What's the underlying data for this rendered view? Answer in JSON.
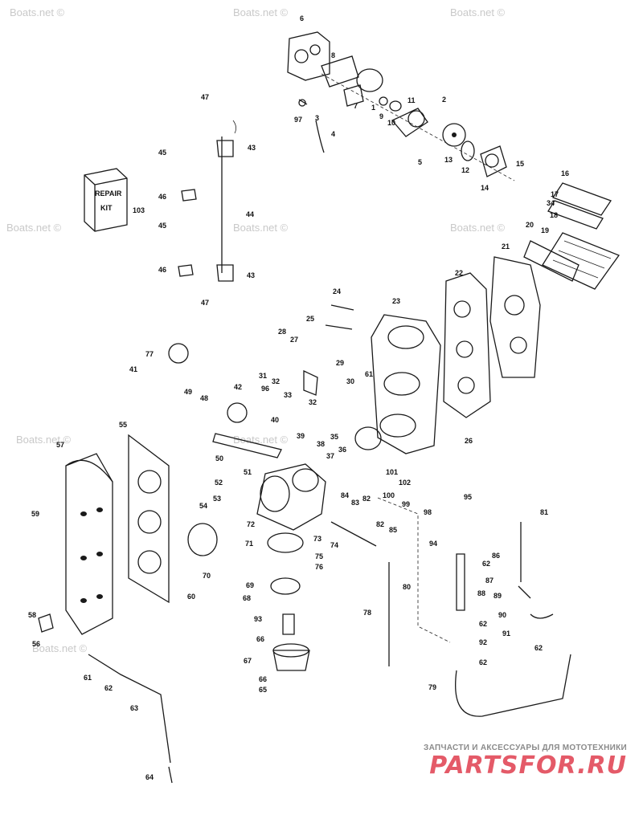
{
  "watermarks": [
    "Boats.net ©",
    "Boats.net ©",
    "Boats.net ©",
    "Boats.net ©",
    "Boats.net ©",
    "Boats.net ©",
    "Boats.net ©",
    "Boats.net ©",
    "Boats.net ©"
  ],
  "kit_label": [
    "REPAIR",
    "KIT"
  ],
  "callouts": [
    "1",
    "2",
    "3",
    "4",
    "5",
    "6",
    "7",
    "8",
    "9",
    "10",
    "11",
    "12",
    "13",
    "14",
    "15",
    "16",
    "17",
    "18",
    "19",
    "20",
    "21",
    "22",
    "23",
    "24",
    "25",
    "26",
    "27",
    "28",
    "29",
    "30",
    "31",
    "32",
    "32",
    "33",
    "34",
    "35",
    "36",
    "37",
    "38",
    "39",
    "40",
    "41",
    "42",
    "43",
    "43",
    "44",
    "45",
    "45",
    "46",
    "46",
    "47",
    "47",
    "48",
    "49",
    "50",
    "51",
    "52",
    "53",
    "54",
    "55",
    "56",
    "57",
    "58",
    "59",
    "60",
    "61",
    "61",
    "62",
    "62",
    "62",
    "62",
    "62",
    "63",
    "64",
    "65",
    "66",
    "66",
    "67",
    "68",
    "69",
    "70",
    "71",
    "72",
    "73",
    "74",
    "75",
    "76",
    "77",
    "78",
    "79",
    "80",
    "81",
    "82",
    "82",
    "83",
    "84",
    "85",
    "86",
    "87",
    "88",
    "89",
    "90",
    "91",
    "92",
    "93",
    "94",
    "95",
    "96",
    "97",
    "98",
    "99",
    "100",
    "101",
    "102",
    "103"
  ],
  "brand": {
    "tagline": "ЗАПЧАСТИ И АКСЕССУАРЫ ДЛЯ МОТОТЕХНИКИ",
    "logo": "PARTSFOR.RU",
    "logo_color": "#e45a68"
  }
}
